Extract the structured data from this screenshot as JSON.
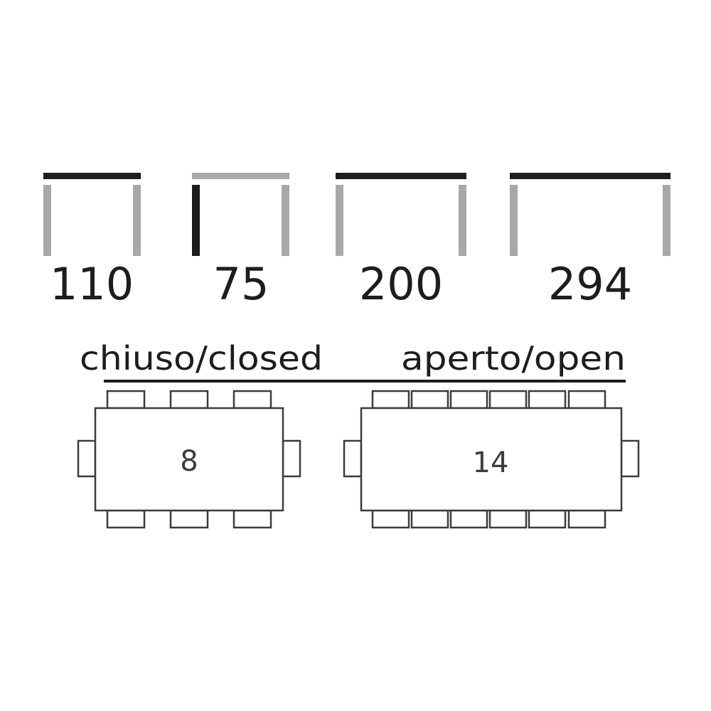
{
  "dimensions": [
    {
      "value": "110",
      "highlight": "top"
    },
    {
      "value": "75",
      "highlight": "left-leg"
    },
    {
      "value": "200",
      "highlight": "top"
    },
    {
      "value": "294",
      "highlight": "top"
    }
  ],
  "states": {
    "closed": {
      "label": "chiuso/closed",
      "seats": "8"
    },
    "open": {
      "label": "aperto/open",
      "seats": "14"
    }
  },
  "colors": {
    "highlight": "#1d1d1b",
    "muted": "#a8a8a8",
    "outline": "#3c3c3b"
  }
}
